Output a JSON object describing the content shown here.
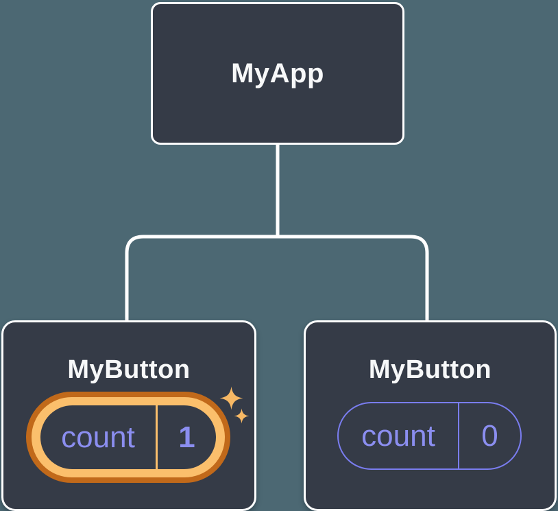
{
  "diagram": {
    "root": {
      "title": "MyApp"
    },
    "children": [
      {
        "title": "MyButton",
        "state": {
          "label": "count",
          "value": "1"
        },
        "highlighted": true
      },
      {
        "title": "MyButton",
        "state": {
          "label": "count",
          "value": "0"
        },
        "highlighted": false
      }
    ],
    "colors": {
      "background": "#4c6873",
      "node_fill": "#353b47",
      "node_border": "#ffffff",
      "connector": "#ffffff",
      "title_text": "#f7f8f9",
      "state_text": "#8b8ef0",
      "pill_outline_purple": "#7a7df0",
      "highlight_ring_outer": "#c1691a",
      "highlight_ring_inner": "#fbbf6c",
      "sparkle": "#f7b864"
    }
  }
}
